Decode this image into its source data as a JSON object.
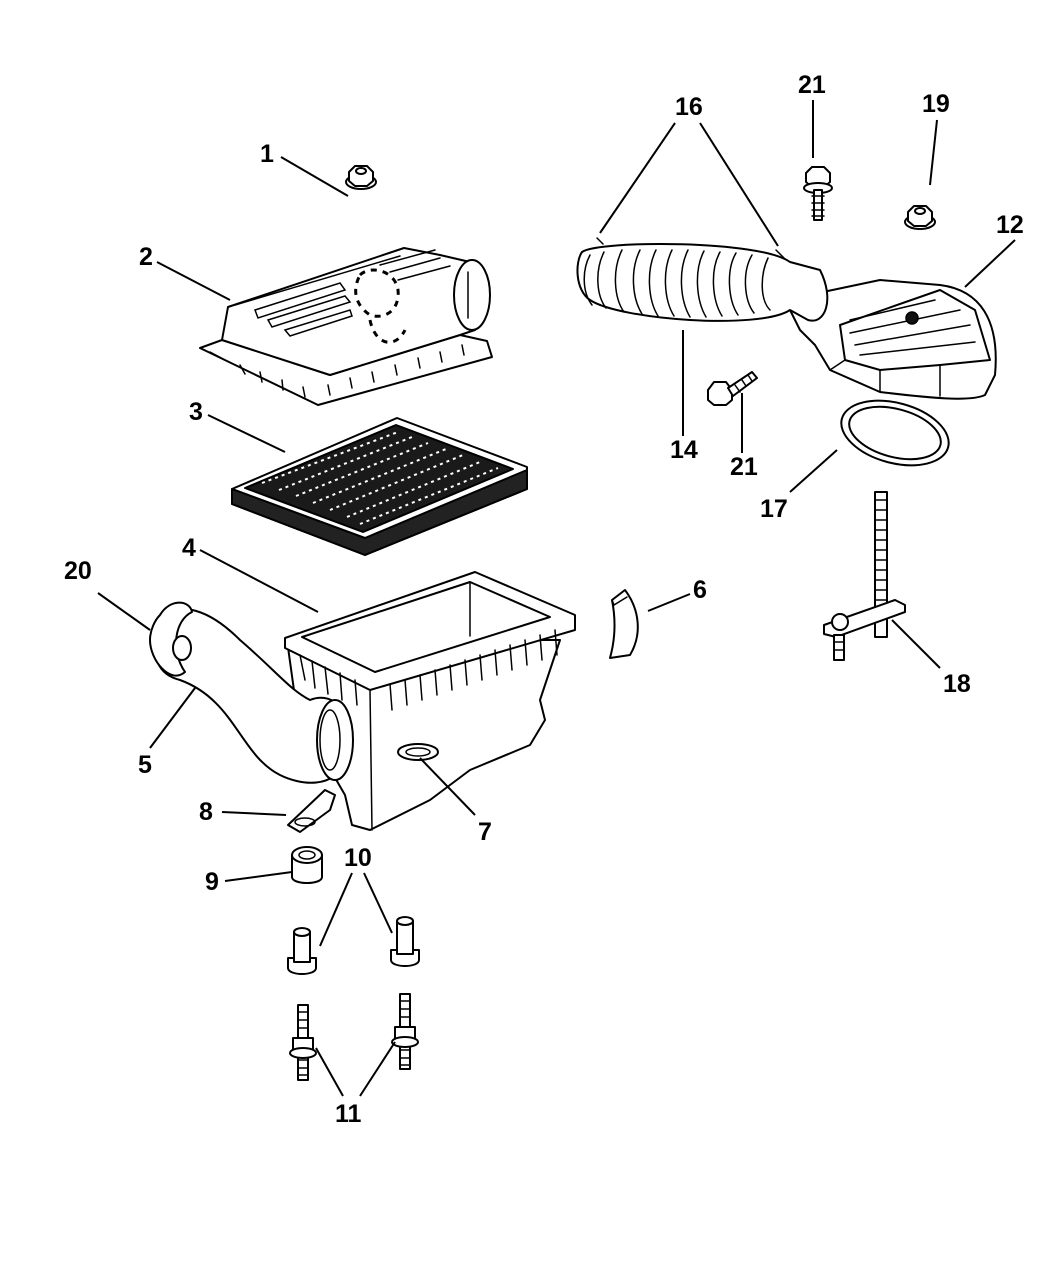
{
  "diagram": {
    "subject": "Air cleaner assembly exploded parts view",
    "line_color": "#000000",
    "background_color": "#ffffff",
    "callouts": {
      "c1": "1",
      "c2": "2",
      "c3": "3",
      "c4": "4",
      "c5": "5",
      "c6": "6",
      "c7": "7",
      "c8": "8",
      "c9": "9",
      "c10": "10",
      "c11": "11",
      "c12": "12",
      "c14": "14",
      "c16": "16",
      "c17": "17",
      "c18": "18",
      "c19": "19",
      "c20": "20",
      "c21a": "21",
      "c21b": "21"
    },
    "parts": [
      {
        "callout": "1",
        "name": "flange-nut"
      },
      {
        "callout": "2",
        "name": "air-cleaner-cover"
      },
      {
        "callout": "3",
        "name": "air-filter-element"
      },
      {
        "callout": "4",
        "name": "air-cleaner-housing"
      },
      {
        "callout": "5",
        "name": "inlet-duct"
      },
      {
        "callout": "6",
        "name": "clip"
      },
      {
        "callout": "7",
        "name": "grommet"
      },
      {
        "callout": "8",
        "name": "mounting-bracket"
      },
      {
        "callout": "9",
        "name": "bushing"
      },
      {
        "callout": "10",
        "name": "spacers"
      },
      {
        "callout": "11",
        "name": "studs"
      },
      {
        "callout": "12",
        "name": "resonator"
      },
      {
        "callout": "14",
        "name": "air-hose"
      },
      {
        "callout": "16",
        "name": "hose-clamps"
      },
      {
        "callout": "17",
        "name": "seal"
      },
      {
        "callout": "18",
        "name": "stud-bracket"
      },
      {
        "callout": "19",
        "name": "nut"
      },
      {
        "callout": "20",
        "name": "seal-ring"
      },
      {
        "callout": "21",
        "name": "screws"
      }
    ]
  }
}
